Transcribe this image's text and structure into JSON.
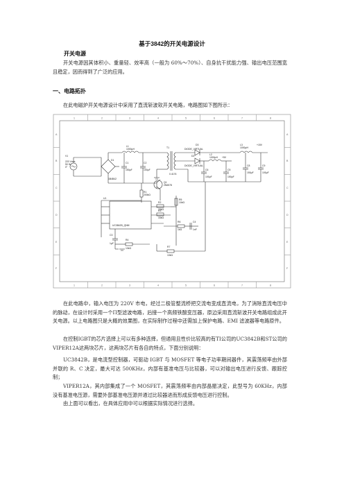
{
  "doc": {
    "title": "基于3842的开关电源设计",
    "subheading": "开关电源",
    "intro": "开关电源因其体积小、重量轻、效率高（一般为 60%～70%）、自身抗干扰能力强、输出电压范围宽且稳定，因而得到了广泛的应用。",
    "section1_heading": "一、电路拓扑",
    "section1_text": "在此电磁炉开关电源设计中采用了直流斩波软开关电路，电路图如下图所示：",
    "para2": "在此电路中，输入电压为 220V 市电，经过二极管整流桥把交流电变成直流电，为了消除直流电压中的脉动，在设计时采用一个Π型滤波电路，后接一个高频铁酸变压器，原边采用直流斩波开关电路组成此开关电源。以上电路图只是大概的效果图，在实际制作过程中还需加上保护电路、EMI 滤波器等电路原件。",
    "para3": "在控制IGBT的芯片选择上可以有多种选择，但通用且性价比较高的有TI公司的UC3842B和ST公司的VIPER12A这两块芯片，这两块芯片有各自的特点，下面分别说明：",
    "para4": "UC3842B，是电流型控制器，可驱动 IGBT 与 MOSFET 等电子功率期间器件，其震荡频率由外部并联的 R、C 决定，最大可达 500KHz，内部有基准电压与比较器，可以对输出电压进行反馈、跟踪控制；",
    "para5": "VIPER12A，其内部集成了一个 MOSFET，其震荡频率由内部晶振决定，此型号为 60KHz，内部没有基准电压源，需要外部基准电压源并通过比较器进而形成反馈电压进行控制。",
    "para6": "由上面可以看出，在具体应用中可以根据实际情况进行选择。"
  },
  "schematic": {
    "col_labels": [
      "1",
      "2",
      "3",
      "4",
      "5",
      "6",
      "7",
      "8"
    ],
    "row_labels": [
      "A",
      "B",
      "C",
      "D",
      "E",
      "F"
    ],
    "components": {
      "v1": "V1",
      "v1_spec1": "220 Vrms",
      "v1_spec2": "50 Hz",
      "v1_spec3": "0°",
      "d1": "D1",
      "d1_part": "1B4B42",
      "l1": "L1",
      "l1_val": "1000μH",
      "c1": "C1",
      "c1_val": "150μF",
      "c2": "C2",
      "c2_val": "100μF",
      "t1": "T1",
      "t1_ratio": "0.4176",
      "d3": "D3",
      "d3_part": "DIODE_VIRTUAL",
      "d2": "D2",
      "d2_part": "DIODE_VIRTUAL",
      "l2": "L2",
      "l2_val": "1000μH",
      "l3": "L3",
      "l3_val": "1000μH",
      "v15": "+15V",
      "v5": "+5V",
      "c6": "C6",
      "c6_val": "100μF",
      "c5": "C5",
      "c5_val": "150μF",
      "c8": "C8",
      "c8_val": "150μF",
      "c9": "C9",
      "c9_val": "100μF",
      "q1": "Q1",
      "q1_part": "2N6578",
      "r1": "R1",
      "r1_val": "200kΩ",
      "u1": "U1",
      "u1_part": "UC3842B_QNM",
      "r2": "R2",
      "r2_val": "33kΩ",
      "r3": "R3",
      "r3_val": "33kΩ",
      "r5": "R5",
      "r5_val": "10kΩ",
      "r6": "R6",
      "r6_val": "1kΩ",
      "c4": "C4",
      "c4_val": "1nF",
      "c3": "C3",
      "c3_val": "1μF",
      "r4": "R4",
      "r4_val": "10kΩ",
      "r7": "R7",
      "r7_val": "10kΩ"
    }
  }
}
